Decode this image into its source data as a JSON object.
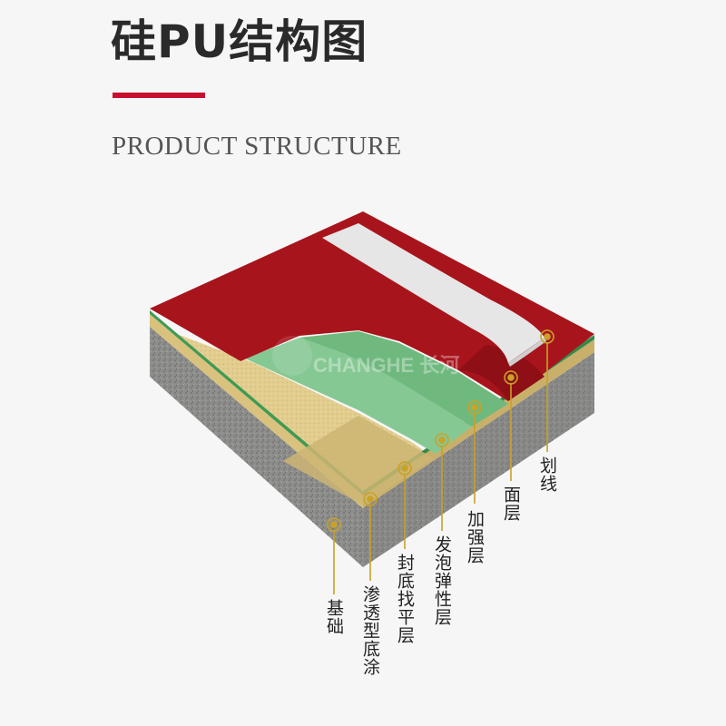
{
  "header": {
    "title": "硅PU结构图",
    "subtitle": "PRODUCT STRUCTURE"
  },
  "watermark": {
    "text": "CHANGHE 长河"
  },
  "layers": [
    {
      "key": "base",
      "label": "基础"
    },
    {
      "key": "penetrating_primer",
      "label": "渗透型底涂"
    },
    {
      "key": "sealing_leveling",
      "label": "封底找平层"
    },
    {
      "key": "foam_elastic",
      "label": "发泡弹性层"
    },
    {
      "key": "reinforcement",
      "label": "加强层"
    },
    {
      "key": "surface",
      "label": "面层"
    },
    {
      "key": "marking",
      "label": "划线"
    }
  ],
  "colors": {
    "accent": "#c8102e",
    "surface_red": "#a8141c",
    "line_white": "#e6e6e6",
    "green": "#7cc28a",
    "yellow_sand": "#e2cd8e",
    "concrete": "#8a8a88",
    "marker_gold": "#c9a227"
  }
}
